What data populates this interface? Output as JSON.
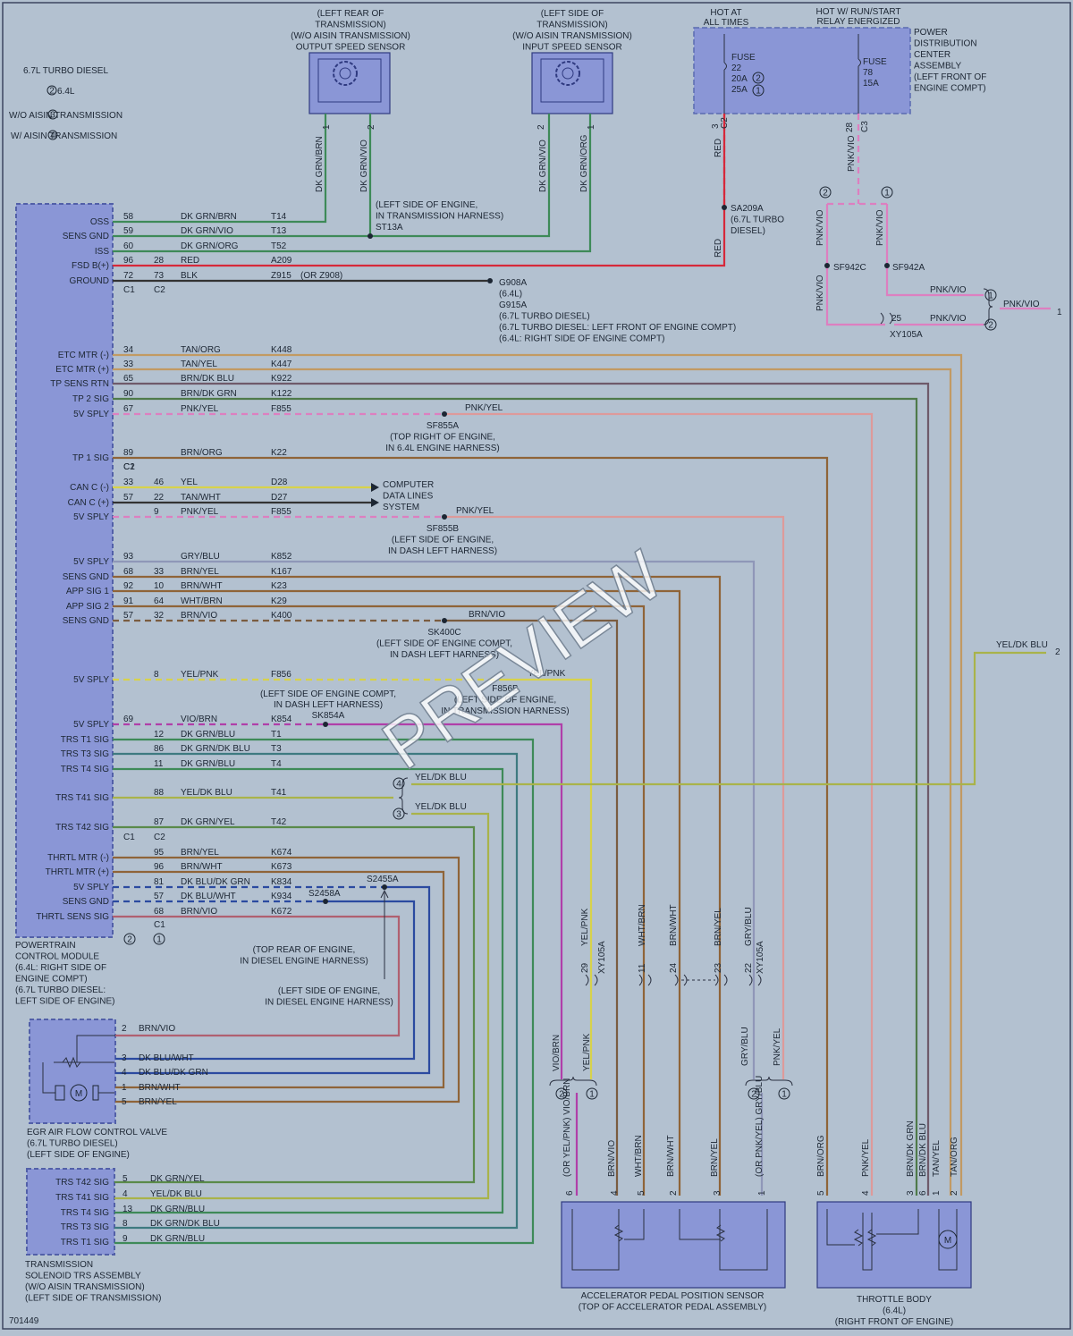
{
  "figure_number": "701449",
  "watermark": "PREVIEW",
  "legend": [
    {
      "marker": "",
      "text": "6.7L TURBO DIESEL"
    },
    {
      "marker": "2",
      "text": "6.4L"
    },
    {
      "marker": "3",
      "text": "W/O AISIN TRANSMISSION"
    },
    {
      "marker": "4",
      "text": "W/ AISIN TRANSMISSION"
    }
  ],
  "modules": {
    "pcm": [
      "POWERTRAIN",
      "CONTROL MODULE",
      "(6.4L: RIGHT SIDE OF",
      "ENGINE COMPT)",
      "(6.7L TURBO DIESEL:",
      "LEFT SIDE OF ENGINE)"
    ],
    "pcm_markers": [
      "2",
      "1"
    ],
    "oss_sensor": [
      "(LEFT REAR OF",
      "TRANSMISSION)",
      "(W/O AISIN TRANSMISSION)",
      "OUTPUT SPEED SENSOR"
    ],
    "iss_sensor": [
      "(LEFT SIDE OF",
      "TRANSMISSION)",
      "(W/O AISIN TRANSMISSION)",
      "INPUT SPEED SENSOR"
    ],
    "hot_all": [
      "HOT AT",
      "ALL TIMES"
    ],
    "hot_run": [
      "HOT W/ RUN/START",
      "RELAY ENERGIZED"
    ],
    "pdc": [
      "POWER",
      "DISTRIBUTION",
      "CENTER",
      "ASSEMBLY",
      "(LEFT FRONT OF",
      "ENGINE COMPT)"
    ],
    "fuse1": [
      "FUSE",
      "22",
      "20A",
      "25A"
    ],
    "fuse1_markers": [
      "2",
      "1"
    ],
    "fuse2": [
      "FUSE",
      "78",
      "15A"
    ],
    "egr": [
      "EGR AIR FLOW CONTROL VALVE",
      "(6.7L TURBO DIESEL)",
      "(LEFT SIDE OF ENGINE)"
    ],
    "trs": [
      "TRANSMISSION",
      "SOLENOID TRS ASSEMBLY",
      "(W/O AISIN TRANSMISSION)",
      "(LEFT SIDE OF TRANSMISSION)"
    ],
    "apps": [
      "ACCELERATOR PEDAL POSITION SENSOR",
      "(TOP OF ACCELERATOR PEDAL ASSEMBLY)"
    ],
    "throttle": [
      "THROTTLE BODY",
      "(6.4L)",
      "(RIGHT FRONT OF ENGINE)"
    ]
  },
  "pcm_pins": [
    {
      "label": "OSS",
      "c1": "58",
      "c2": "",
      "color": "DK GRN/BRN",
      "circuit": "T14"
    },
    {
      "label": "SENS GND",
      "c1": "59",
      "c2": "",
      "color": "DK GRN/VIO",
      "circuit": "T13"
    },
    {
      "label": "ISS",
      "c1": "60",
      "c2": "",
      "color": "DK GRN/ORG",
      "circuit": "T52"
    },
    {
      "label": "FSD B(+)",
      "c1": "96",
      "c2": "28",
      "color": "RED",
      "circuit": "A209"
    },
    {
      "label": "GROUND",
      "c1": "72",
      "c2": "73",
      "color": "BLK",
      "circuit": "Z915"
    },
    {
      "label": "ETC MTR (-)",
      "c1": "34",
      "c2": "",
      "color": "TAN/ORG",
      "circuit": "K448"
    },
    {
      "label": "ETC MTR (+)",
      "c1": "33",
      "c2": "",
      "color": "TAN/YEL",
      "circuit": "K447"
    },
    {
      "label": "TP SENS RTN",
      "c1": "65",
      "c2": "",
      "color": "BRN/DK BLU",
      "circuit": "K922"
    },
    {
      "label": "TP 2 SIG",
      "c1": "90",
      "c2": "",
      "color": "BRN/DK GRN",
      "circuit": "K122"
    },
    {
      "label": "5V SPLY",
      "c1": "67",
      "c2": "",
      "color": "PNK/YEL",
      "circuit": "F855"
    },
    {
      "label": "TP 1 SIG",
      "c1": "89",
      "c2": "",
      "color": "BRN/ORG",
      "circuit": "K22"
    },
    {
      "label": "CAN C (-)",
      "c1": "33",
      "c2": "46",
      "color": "YEL",
      "circuit": "D28"
    },
    {
      "label": "CAN C (+)",
      "c1": "57",
      "c2": "22",
      "color": "TAN/WHT",
      "circuit": "D27"
    },
    {
      "label": "5V SPLY",
      "c1": "",
      "c2": "9",
      "color": "PNK/YEL",
      "circuit": "F855"
    },
    {
      "label": "5V SPLY",
      "c1": "93",
      "c2": "",
      "color": "GRY/BLU",
      "circuit": "K852"
    },
    {
      "label": "SENS GND",
      "c1": "68",
      "c2": "33",
      "color": "BRN/YEL",
      "circuit": "K167"
    },
    {
      "label": "APP SIG 1",
      "c1": "92",
      "c2": "10",
      "color": "BRN/WHT",
      "circuit": "K23"
    },
    {
      "label": "APP SIG 2",
      "c1": "91",
      "c2": "64",
      "color": "WHT/BRN",
      "circuit": "K29"
    },
    {
      "label": "SENS GND",
      "c1": "57",
      "c2": "32",
      "color": "BRN/VIO",
      "circuit": "K400"
    },
    {
      "label": "5V SPLY",
      "c1": "",
      "c2": "8",
      "color": "YEL/PNK",
      "circuit": "F856"
    },
    {
      "label": "5V SPLY",
      "c1": "69",
      "c2": "",
      "color": "VIO/BRN",
      "circuit": "K854"
    },
    {
      "label": "TRS T1 SIG",
      "c1": "",
      "c2": "12",
      "color": "DK GRN/BLU",
      "circuit": "T1"
    },
    {
      "label": "TRS T3 SIG",
      "c1": "",
      "c2": "86",
      "color": "DK GRN/DK BLU",
      "circuit": "T3"
    },
    {
      "label": "TRS T4 SIG",
      "c1": "",
      "c2": "11",
      "color": "DK GRN/BLU",
      "circuit": "T4"
    },
    {
      "label": "TRS T41 SIG",
      "c1": "",
      "c2": "88",
      "color": "YEL/DK BLU",
      "circuit": "T41"
    },
    {
      "label": "TRS T42 SIG",
      "c1": "",
      "c2": "87",
      "color": "DK GRN/YEL",
      "circuit": "T42"
    },
    {
      "label": "THRTL MTR (-)",
      "c1": "",
      "c2": "95",
      "color": "BRN/YEL",
      "circuit": "K674"
    },
    {
      "label": "THRTL MTR (+)",
      "c1": "",
      "c2": "96",
      "color": "BRN/WHT",
      "circuit": "K673"
    },
    {
      "label": "5V SPLY",
      "c1": "",
      "c2": "81",
      "color": "DK BLU/DK GRN",
      "circuit": "K834"
    },
    {
      "label": "SENS GND",
      "c1": "",
      "c2": "57",
      "color": "DK BLU/WHT",
      "circuit": "K934"
    },
    {
      "label": "THRTL SENS SIG",
      "c1": "",
      "c2": "68",
      "color": "BRN/VIO",
      "circuit": "K672"
    }
  ],
  "connector_labels": {
    "c1": "C1",
    "c2": "C2"
  },
  "splices": {
    "st13a": [
      "(LEFT SIDE OF ENGINE,",
      "IN TRANSMISSION HARNESS)",
      "ST13A"
    ],
    "sa209a": [
      "SA209A",
      "(6.7L TURBO",
      "DIESEL)"
    ],
    "g908a": [
      "G908A",
      "(6.4L)",
      "G915A",
      "(6.7L TURBO DIESEL)",
      "(6.7L TURBO DIESEL: LEFT FRONT OF ENGINE COMPT)",
      "(6.4L: RIGHT SIDE OF ENGINE COMPT)"
    ],
    "z908": "(OR Z908)",
    "sf855a": [
      "SF855A",
      "(TOP RIGHT OF ENGINE,",
      "IN 6.4L ENGINE HARNESS)"
    ],
    "sf855a_wire": "PNK/YEL",
    "can": [
      "COMPUTER",
      "DATA LINES",
      "SYSTEM"
    ],
    "sf855b": [
      "SF855B",
      "(LEFT SIDE OF ENGINE,",
      "IN DASH LEFT HARNESS)"
    ],
    "sf855b_wire": "PNK/YEL",
    "sk400c": [
      "SK400C",
      "(LEFT SIDE OF ENGINE COMPT,",
      "IN DASH LEFT HARNESS)"
    ],
    "sk400c_wire": "BRN/VIO",
    "sf856b": [
      "F856B",
      "(LEFT SIDE OF ENGINE,",
      "IN TRANSMISSION HARNESS)"
    ],
    "sf856b_wire": "YEL/PNK",
    "sk854a": [
      "(LEFT SIDE OF ENGINE COMPT,",
      "IN DASH LEFT HARNESS)",
      "SK854A"
    ],
    "s2455a": "S2455A",
    "s2458a": "S2458A",
    "top_rear": [
      "(TOP REAR OF ENGINE,",
      "IN DIESEL ENGINE HARNESS)"
    ],
    "left_side_diesel": [
      "(LEFT SIDE OF ENGINE,",
      "IN DIESEL ENGINE HARNESS)"
    ],
    "sf942c": "SF942C",
    "sf942a": "SF942A",
    "xy105a": "XY105A"
  },
  "right_side": {
    "pdc_pins": [
      "3",
      "28"
    ],
    "pdc_conns": [
      "C2",
      "C3"
    ],
    "wires": [
      "RED",
      "PNK/VIO",
      "RED"
    ],
    "branch_markers": [
      "2",
      "1"
    ],
    "branch_wires": [
      "PNK/VIO",
      "PNK/VIO",
      "PNK/VIO"
    ],
    "output": {
      "color": "PNK/VIO",
      "ref": "1",
      "pin": "25"
    },
    "output_wires": [
      "PNK/VIO",
      "PNK/VIO"
    ],
    "output_markers": [
      "1",
      "2"
    ],
    "yel_dk_blu": {
      "color": "YEL/DK BLU",
      "ref": "2"
    },
    "trs41_branches": [
      "YEL/DK BLU",
      "YEL/DK BLU"
    ],
    "trs41_markers": [
      "4",
      "3"
    ]
  },
  "sensor_pins": {
    "oss": [
      {
        "pin": "1",
        "color": "DK GRN/BRN"
      },
      {
        "pin": "2",
        "color": "DK GRN/VIO"
      }
    ],
    "iss": [
      {
        "pin": "2",
        "color": "DK GRN/VIO"
      },
      {
        "pin": "1",
        "color": "DK GRN/ORG"
      }
    ]
  },
  "xy105a_pins": [
    {
      "pin": "29",
      "color": "YEL/PNK"
    },
    {
      "pin": "11",
      "color": "WHT/BRN"
    },
    {
      "pin": "24",
      "color": "BRN/WHT"
    },
    {
      "pin": "23",
      "color": "BRN/YEL"
    },
    {
      "pin": "22",
      "color": "GRY/BLU"
    }
  ],
  "lower_wires": [
    "VIO/BRN",
    "YEL/PNK",
    "GRY/BLU",
    "PNK/YEL"
  ],
  "lower_markers": [
    "2",
    "1",
    "2",
    "1"
  ],
  "egr_pins": [
    {
      "pin": "2",
      "color": "BRN/VIO"
    },
    {
      "pin": "3",
      "color": "DK BLU/WHT"
    },
    {
      "pin": "4",
      "color": "DK BLU/DK GRN"
    },
    {
      "pin": "1",
      "color": "BRN/WHT"
    },
    {
      "pin": "5",
      "color": "BRN/YEL"
    }
  ],
  "trs_pins": [
    {
      "label": "TRS T42 SIG",
      "pin": "5",
      "color": "DK GRN/YEL"
    },
    {
      "label": "TRS T41 SIG",
      "pin": "4",
      "color": "YEL/DK BLU"
    },
    {
      "label": "TRS T4 SIG",
      "pin": "13",
      "color": "DK GRN/BLU"
    },
    {
      "label": "TRS T3 SIG",
      "pin": "8",
      "color": "DK GRN/DK BLU"
    },
    {
      "label": "TRS T1 SIG",
      "pin": "9",
      "color": "DK GRN/BLU"
    }
  ],
  "apps_pins": [
    {
      "pin": "6",
      "color": "(OR YEL/PNK) VIO/BRN"
    },
    {
      "pin": "4",
      "color": "BRN/VIO"
    },
    {
      "pin": "5",
      "color": "WHT/BRN"
    },
    {
      "pin": "2",
      "color": "BRN/WHT"
    },
    {
      "pin": "3",
      "color": "BRN/YEL"
    },
    {
      "pin": "1",
      "color": "(OR PNK/YEL) GRY/BLU"
    }
  ],
  "throttle_pins": [
    {
      "pin": "5",
      "color": "BRN/ORG"
    },
    {
      "pin": "4",
      "color": "PNK/YEL"
    },
    {
      "pin": "3",
      "color": "BRN/DK GRN"
    },
    {
      "pin": "6",
      "color": "BRN/DK BLU"
    },
    {
      "pin": "1",
      "color": "TAN/YEL"
    },
    {
      "pin": "2",
      "color": "TAN/ORG"
    }
  ],
  "colors": {
    "module_fill": "#8a96d6",
    "background": "#b3c1d0",
    "dkgrn": "#3e8a58",
    "red": "#d6283a",
    "pink": "#dd7fc0",
    "tan": "#c29a63",
    "brn": "#8f6438",
    "gry": "#8f97b8",
    "blue": "#2b4aa0",
    "yel": "#d7d24a",
    "vio": "#b03fa9",
    "blk": "#222222"
  }
}
